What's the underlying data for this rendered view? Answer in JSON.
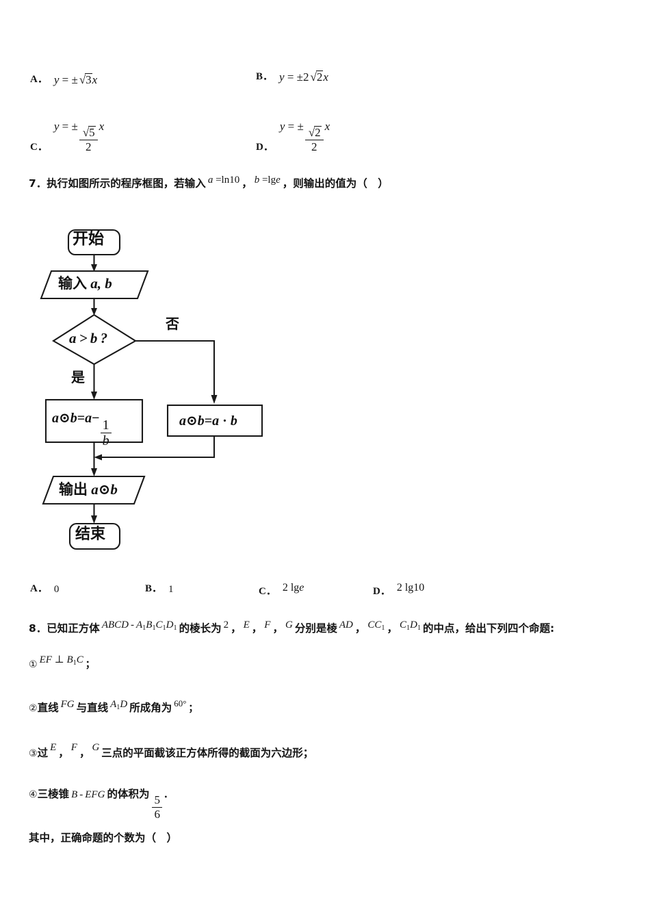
{
  "document": {
    "type": "math-exam-page",
    "language": "zh-CN",
    "background": "#ffffff",
    "ink": "#141414"
  },
  "question6_options": {
    "A": {
      "label": "A．",
      "formula_plain": "y = ±√3 x",
      "parts": {
        "lhs": "y",
        "eq": "=",
        "pm": "±",
        "radicand": "3",
        "var": "x"
      }
    },
    "B": {
      "label": "B．",
      "formula_plain": "y = ±2√2 x",
      "parts": {
        "lhs": "y",
        "eq": "=",
        "pm": "±",
        "coef": "2",
        "radicand": "2",
        "var": "x"
      }
    },
    "C": {
      "label": "C．",
      "formula_plain": "y = ±(√5/2) x",
      "parts": {
        "lhs": "y",
        "eq": "=",
        "pm": "±",
        "radicand": "5",
        "denominator": "2",
        "var": "x"
      }
    },
    "D": {
      "label": "D．",
      "formula_plain": "y = ±(√2/2) x",
      "parts": {
        "lhs": "y",
        "eq": "=",
        "pm": "±",
        "radicand": "2",
        "denominator": "2",
        "var": "x"
      }
    }
  },
  "question7": {
    "number": "7．",
    "stem_before": "执行如图所示的程序框图，若输入",
    "input_a": "a = ln10",
    "comma1": "，",
    "input_b": "b = lg e",
    "comma2": "，",
    "stem_after": "则输出的值为（　）",
    "flowchart": {
      "start": "开始",
      "input": {
        "zh": "输入",
        "vars": "a, b"
      },
      "decision": {
        "a": "a",
        "op": ">",
        "b": "b",
        "q": "?"
      },
      "yes_label": "是",
      "no_label": "否",
      "true_branch": {
        "lhs": "a⊙b",
        "eq": "=",
        "term": "a−",
        "frac_num": "1",
        "frac_den": "b"
      },
      "false_branch": {
        "lhs": "a⊙b",
        "eq": "=",
        "rhs": "a · b"
      },
      "output": {
        "zh": "输出",
        "expr": "a⊙b"
      },
      "end": "结束"
    },
    "options": {
      "A": {
        "label": "A．",
        "value": "0"
      },
      "B": {
        "label": "B．",
        "value": "1"
      },
      "C": {
        "label": "C．",
        "value": "2 lg e"
      },
      "D": {
        "label": "D．",
        "value": "2 lg 10"
      }
    }
  },
  "question8": {
    "number": "8．",
    "stem_part1": "已知正方体",
    "cube_name": "ABCD - A₁B₁C₁D₁",
    "stem_part2": "的棱长为",
    "edge_length": "2",
    "comma_a": "，",
    "point_E": "E",
    "comma_b": "，",
    "point_F": "F",
    "comma_c": "，",
    "point_G": "G",
    "stem_part3": "分别是棱",
    "edge_AD": "AD",
    "comma_d": "，",
    "edge_CC1": "CC₁",
    "comma_e": "，",
    "edge_C1D1": "C₁D₁",
    "stem_part4": "的中点，给出下列四个命题:",
    "propositions": [
      {
        "marker": "①",
        "math": "EF ⊥ B₁C",
        "text_after": "；"
      },
      {
        "marker": "②",
        "text_before": "直线",
        "m1": "FG",
        "text_mid": "与直线",
        "m2": "A₁D",
        "text_after": "所成角为",
        "angle": "60°",
        "tail": "；"
      },
      {
        "marker": "③",
        "text_before": "过",
        "p1": "E",
        "c1": "，",
        "p2": "F",
        "c2": "，",
        "p3": "G",
        "text_after": "三点的平面截该正方体所得的截面为六边形；"
      },
      {
        "marker": "④",
        "text_before": "三棱锥",
        "solid": "B - EFG",
        "text_mid": "的体积为",
        "frac_num": "5",
        "frac_den": "6",
        "tail": "．"
      }
    ],
    "closing": "其中，正确命题的个数为（　）"
  }
}
